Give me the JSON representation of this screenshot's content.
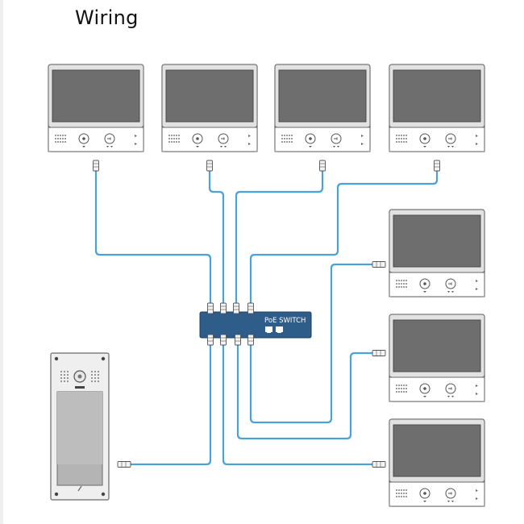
{
  "title": "Wiring",
  "colors": {
    "cable": "#4aa3d8",
    "switch_body": "#2f5d8a",
    "screen": "#707070",
    "screen_inner": "#5f5f5f",
    "monitor_frame": "#e9e9e9",
    "outline": "#6a6a6a"
  },
  "switch": {
    "label": "PoE SWITCH"
  },
  "devices": {
    "monitors": [
      {
        "name": "monitor-1",
        "location": "top row"
      },
      {
        "name": "monitor-2",
        "location": "top row"
      },
      {
        "name": "monitor-3",
        "location": "top row"
      },
      {
        "name": "monitor-4",
        "location": "top row"
      },
      {
        "name": "monitor-5",
        "location": "right column"
      },
      {
        "name": "monitor-6",
        "location": "right column"
      },
      {
        "name": "monitor-7",
        "location": "right column"
      }
    ],
    "door_station": {
      "icons": [
        "camera-icon",
        "speaker-grille-icon",
        "call-button-icon"
      ]
    }
  }
}
